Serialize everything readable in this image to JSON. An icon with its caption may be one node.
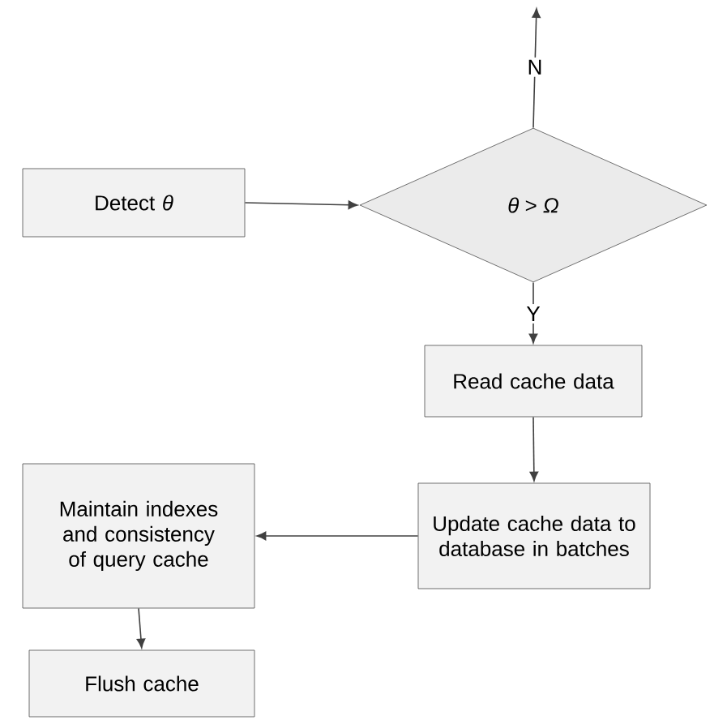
{
  "diagram": {
    "nodes": [
      {
        "text": [
          "Detect *θ*"
        ]
      },
      {
        "text": [
          "*θ* > *Ω*"
        ]
      },
      {
        "text": [
          "Read cache data"
        ]
      },
      {
        "text": [
          "Update cache data to database in batches"
        ]
      },
      {
        "text": [
          "Maintain indexes and consistency of query cache"
        ]
      },
      {
        "text": [
          "Flush cache"
        ]
      }
    ],
    "edges": [
      {
        "from": 0,
        "to": 1,
        "arrow": "to"
      },
      {
        "from": 1,
        "to": null,
        "arrow": "to",
        "label": "N"
      },
      {
        "from": 1,
        "to": 2,
        "arrow": "to",
        "label": "Y"
      },
      {
        "from": 2,
        "to": 3,
        "arrow": "to"
      },
      {
        "from": 3,
        "to": 4,
        "arrow": "to"
      },
      {
        "from": 4,
        "to": 5,
        "arrow": "to"
      }
    ]
  }
}
